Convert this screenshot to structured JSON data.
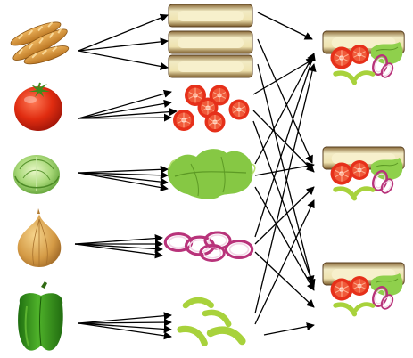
{
  "diagram": {
    "source_items": [
      {
        "name": "baguette",
        "icon": "baguette-icon"
      },
      {
        "name": "tomato",
        "icon": "tomato-icon"
      },
      {
        "name": "lettuce",
        "icon": "lettuce-icon"
      },
      {
        "name": "onion",
        "icon": "onion-icon"
      },
      {
        "name": "green-pepper",
        "icon": "green-pepper-icon"
      }
    ],
    "prepared_items": [
      {
        "name": "sliced-bread",
        "icon": "sliced-bread-icon",
        "count": 3
      },
      {
        "name": "tomato-slices",
        "icon": "tomato-slices-icon",
        "count": 6
      },
      {
        "name": "lettuce-leaves",
        "icon": "lettuce-leaves-icon",
        "count": 1
      },
      {
        "name": "onion-rings",
        "icon": "onion-rings-icon",
        "count": 5
      },
      {
        "name": "pepper-strips",
        "icon": "pepper-strips-icon",
        "count": 4
      }
    ],
    "sandwiches": [
      {
        "name": "sandwich-1",
        "icon": "sandwich-icon"
      },
      {
        "name": "sandwich-2",
        "icon": "sandwich-icon"
      },
      {
        "name": "sandwich-3",
        "icon": "sandwich-icon"
      }
    ],
    "colors": {
      "arrow": "#000000",
      "bread_crust": "#c89a4e",
      "bread_crumb": "#efe6b8",
      "tomato": "#e23a1c",
      "lettuce": "#7fc63c",
      "onion_skin": "#d8a352",
      "onion_ring": "#b8337a",
      "pepper": "#3a9a1a",
      "pepper_strip": "#a8d23c"
    }
  }
}
